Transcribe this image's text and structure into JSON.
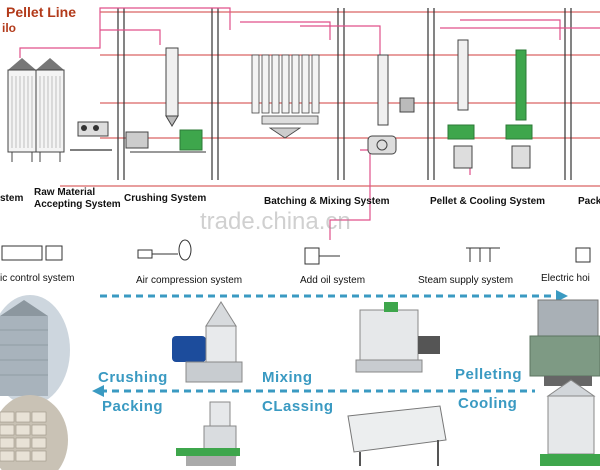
{
  "title": {
    "line1": "Pellet Line",
    "line2": "ilo"
  },
  "systems": [
    {
      "label": "stem"
    },
    {
      "label": "Raw Material"
    },
    {
      "label": "Accepting System"
    },
    {
      "label": "Crushing System"
    },
    {
      "label": "Batching & Mixing System"
    },
    {
      "label": "Pellet & Cooling System"
    },
    {
      "label": "Pack"
    }
  ],
  "auxiliary": [
    {
      "label": "ic control system"
    },
    {
      "label": "Air compression system"
    },
    {
      "label": "Add oil system"
    },
    {
      "label": "Steam supply system"
    },
    {
      "label": "Electric hoi"
    }
  ],
  "process_steps": [
    {
      "label": "Crushing"
    },
    {
      "label": "Mixing"
    },
    {
      "label": "Pelleting"
    },
    {
      "label": "Packing"
    },
    {
      "label": "CLassing"
    },
    {
      "label": "Cooling"
    }
  ],
  "watermark": "trade.china.cn",
  "colors": {
    "title_red": "#b23a1a",
    "pipe_pink": "#e0508a",
    "rail_red": "#d23c3c",
    "machine_green": "#3ea64c",
    "process_blue": "#3a9ac2"
  }
}
